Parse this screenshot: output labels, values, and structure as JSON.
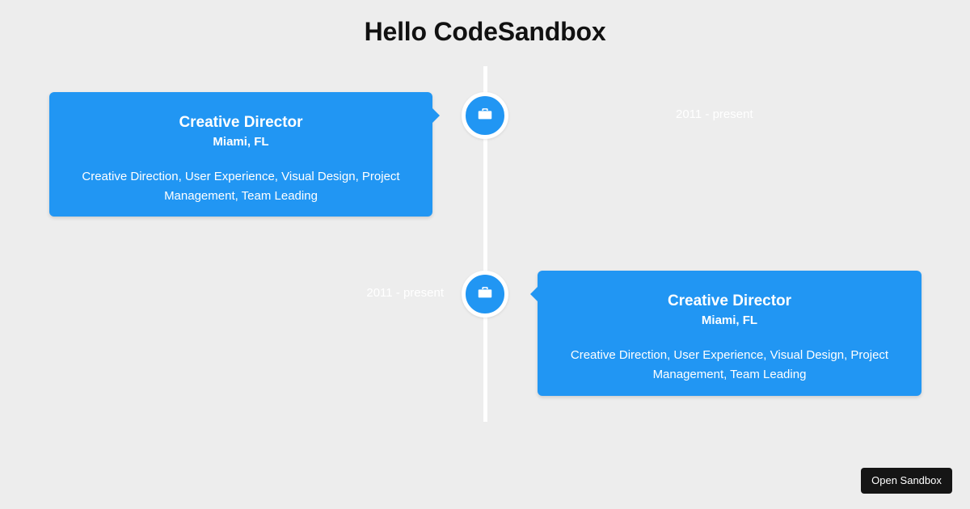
{
  "page": {
    "title": "Hello CodeSandbox",
    "background_color": "#ededed",
    "accent_color": "#2196f3",
    "line_color": "#ffffff"
  },
  "timeline": {
    "entries": [
      {
        "side": "left",
        "date": "2011 - present",
        "role": "Creative Director",
        "location": "Miami, FL",
        "skills": "Creative Direction, User Experience, Visual Design, Project Management, Team Leading",
        "icon": "briefcase-icon"
      },
      {
        "side": "right",
        "date": "2011 - present",
        "role": "Creative Director",
        "location": "Miami, FL",
        "skills": "Creative Direction, User Experience, Visual Design, Project Management, Team Leading",
        "icon": "briefcase-icon"
      }
    ]
  },
  "footer": {
    "open_sandbox_label": "Open Sandbox"
  }
}
